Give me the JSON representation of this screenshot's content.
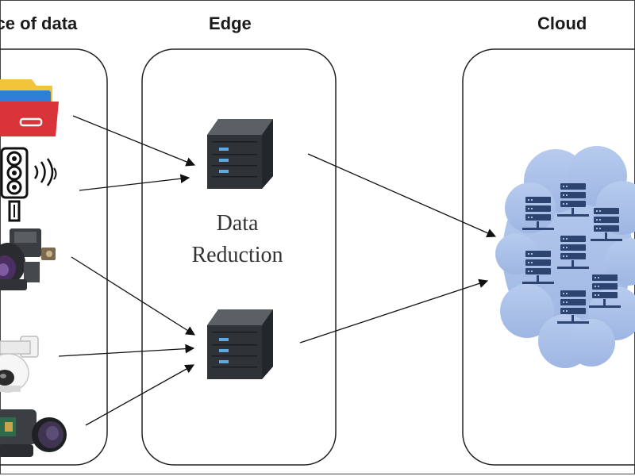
{
  "headings": {
    "source": "rce of data",
    "edge": "Edge",
    "cloud": "Cloud"
  },
  "edge_label": {
    "line1": "Data",
    "line2": "Reduction"
  },
  "icons": {
    "source_items": [
      "folder-icon",
      "traffic-light-icon",
      "gimbal-camera-icon",
      "dome-camera-icon",
      "thermal-camera-icon"
    ],
    "edge_items": [
      "server-icon",
      "server-icon"
    ],
    "cloud_item": "cloud-servers-icon"
  },
  "colors": {
    "panel_border": "#222222",
    "server_body": "#2f3338",
    "server_light": "#5fa8e0",
    "cloud_fill": "#a6bde6",
    "cloud_server": "#2d4470",
    "folder_red": "#d9343a",
    "folder_blue": "#2f7fd8",
    "folder_yellow": "#f3c339"
  }
}
